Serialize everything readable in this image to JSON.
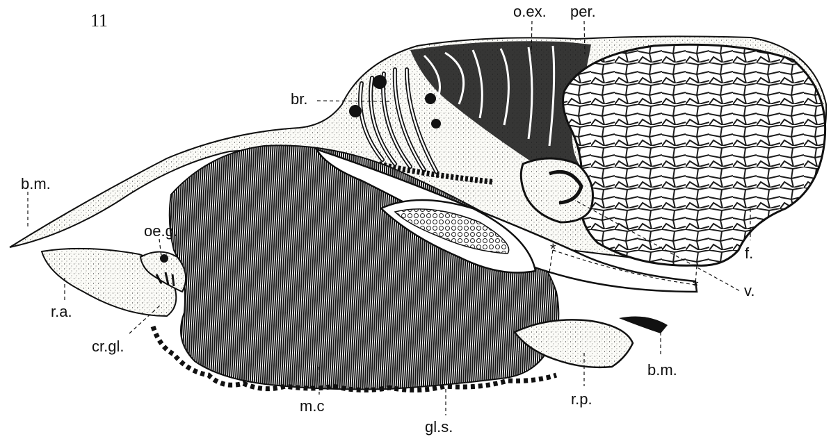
{
  "figure": {
    "number": "11",
    "labels": {
      "o_ex": "o.ex.",
      "per": "per.",
      "br": "br.",
      "b_m_left": "b.m.",
      "oe_g": "oe.g.",
      "r_a": "r.a.",
      "cr_gl": "cr.gl.",
      "m_c": "m.c",
      "gl_s": "gl.s.",
      "r_p": "r.p.",
      "b_m_right": "b.m.",
      "f": "f.",
      "v": "v."
    }
  }
}
